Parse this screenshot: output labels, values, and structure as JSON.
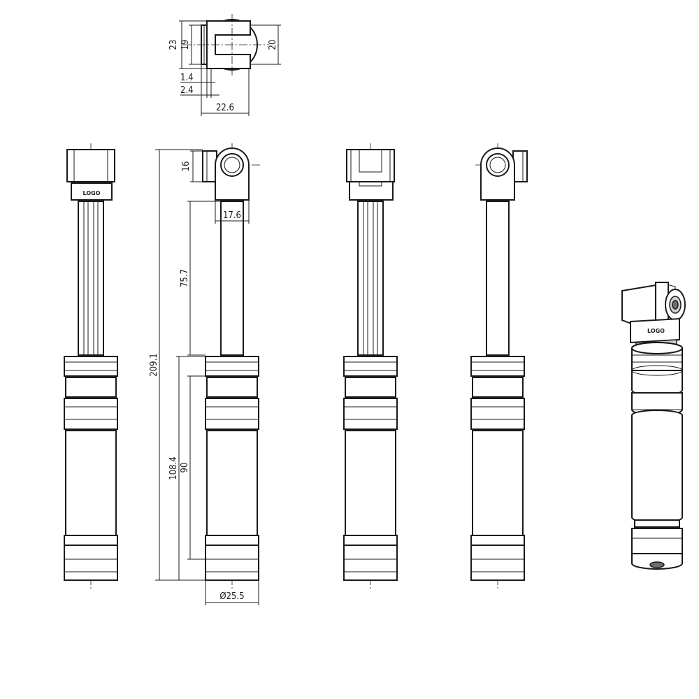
{
  "dimensions": {
    "top_height_outer": "23",
    "top_height_inner": "19",
    "top_height_right": "20",
    "top_thk_1": "1.4",
    "top_thk_2": "2.4",
    "top_width": "22.6",
    "head_height": "16",
    "head_width": "17.6",
    "tube_length": "75.7",
    "total_length": "209.1",
    "body_length": "108.4",
    "body_inner_length": "90",
    "body_diameter": "Ø25.5"
  },
  "labels": {
    "logo_front": "LOGO",
    "logo_iso": "LOGO"
  }
}
